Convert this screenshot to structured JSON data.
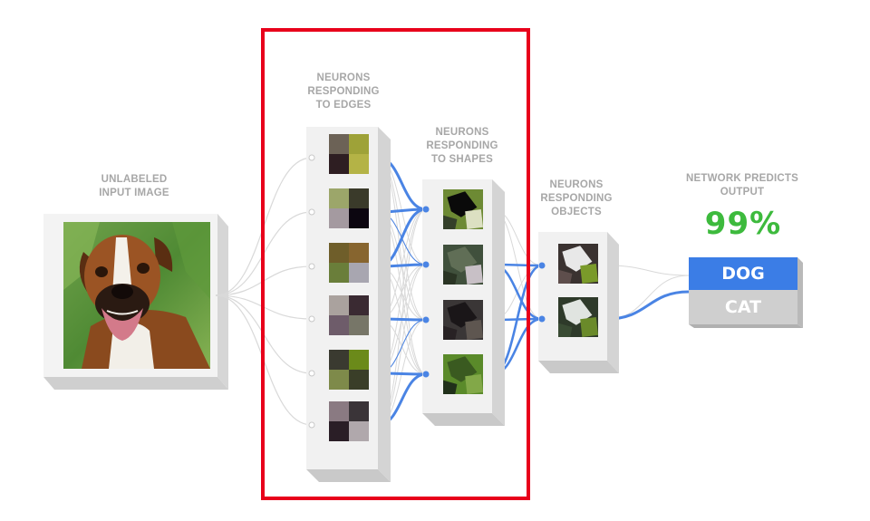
{
  "labels": {
    "input": [
      "UNLABELED",
      "INPUT IMAGE"
    ],
    "edges": [
      "NEURONS",
      "RESPONDING",
      "TO EDGES"
    ],
    "shapes": [
      "NEURONS",
      "RESPONDING",
      "TO SHAPES"
    ],
    "objects": [
      "NEURONS",
      "RESPONDING",
      "OBJECTS"
    ],
    "output": [
      "NETWORK PREDICTS",
      "OUTPUT"
    ]
  },
  "prediction": {
    "confidence": 0.99,
    "confidence_text": "99%",
    "color": "#3dba3d"
  },
  "outputs": [
    {
      "label": "DOG",
      "selected": true,
      "color": "#3b7de6"
    },
    {
      "label": "CAT",
      "selected": false,
      "color": "#cfcfcf"
    }
  ],
  "colors": {
    "highlight_box": "#e8001b",
    "active_connection": "#4a84e4",
    "inactive_connection": "#d9d9d9",
    "panel_face": "#f0f0f0",
    "panel_side": "#d4d4d4"
  },
  "layers": {
    "edges_count": 6,
    "shapes_count": 4,
    "objects_count": 2
  },
  "edge_tiles": [
    [
      "#6c6256",
      "#9ea238",
      "#2e1e22",
      "#b4b346"
    ],
    [
      "#9ca66a",
      "#3a3a2a",
      "#a49aa0",
      "#0c0610"
    ],
    [
      "#6f5e2a",
      "#87652f",
      "#6a7e3a",
      "#a8a6b0"
    ],
    [
      "#aaa29e",
      "#3a2a32",
      "#6e5c6a",
      "#777668"
    ],
    [
      "#3a3a30",
      "#6b8a1a",
      "#7e8a4a",
      "#3a3e28"
    ],
    [
      "#8a7a82",
      "#3a3438",
      "#2a1e26",
      "#b0a8ac"
    ]
  ],
  "shape_tiles": [
    {
      "bg": "#6d8a34",
      "accents": [
        "#0a0a0a",
        "#dce0c2",
        "#34402a"
      ]
    },
    {
      "bg": "#40503c",
      "accents": [
        "#606e56",
        "#c8c0c6",
        "#2a3424"
      ]
    },
    {
      "bg": "#3a3636",
      "accents": [
        "#1a1618",
        "#5e5650",
        "#282224"
      ]
    },
    {
      "bg": "#5a8a2a",
      "accents": [
        "#3a5a20",
        "#82a848",
        "#20301a"
      ]
    }
  ],
  "object_tiles": [
    {
      "bg": "#3a3230",
      "accents": [
        "#e8e8e8",
        "#7a9a2a",
        "#5e4e4c"
      ]
    },
    {
      "bg": "#2e3a2a",
      "accents": [
        "#e0e4e0",
        "#6a8a2a",
        "#3a4c34"
      ]
    }
  ]
}
